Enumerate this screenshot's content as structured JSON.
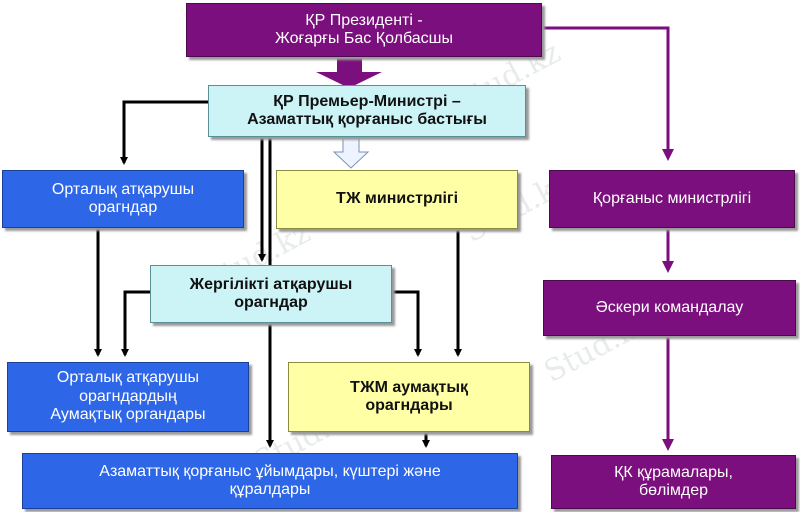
{
  "watermark": "Stud.kz",
  "colors": {
    "purple": "#7b0f7e",
    "blue": "#2e66e8",
    "yellow": "#ffffa6",
    "cyan": "#ccf3f6",
    "arrow_dark": "#000000",
    "arrow_purple": "#7b0f7e"
  },
  "nodes": {
    "president": "ҚР Президенті -\nЖоғарғы Бас Қолбасшы",
    "premier": "ҚР Премьер-Министрі  –\nАзаматтық қорғаныс бастығы",
    "central_exec": "Орталық атқарушы\nорагндар",
    "emergency_ministry": "ТЖ министрлігі",
    "defense_ministry": "Қорғаныс министрлігі",
    "local_exec": "Жергілікті атқарушы\nорагндар",
    "military_command": "Әскери командалау",
    "central_regional": "Орталық атқарушы\nорагндардың\nАумақтық органдары",
    "emergency_regional": "ТЖМ аумақтық\nорагндары",
    "civil_defense": "Азаматтық қорғаныс ұйымдары, күштері және\nқұралдары",
    "armed_forces": "ҚК құрамалары,\nбөлімдер"
  }
}
